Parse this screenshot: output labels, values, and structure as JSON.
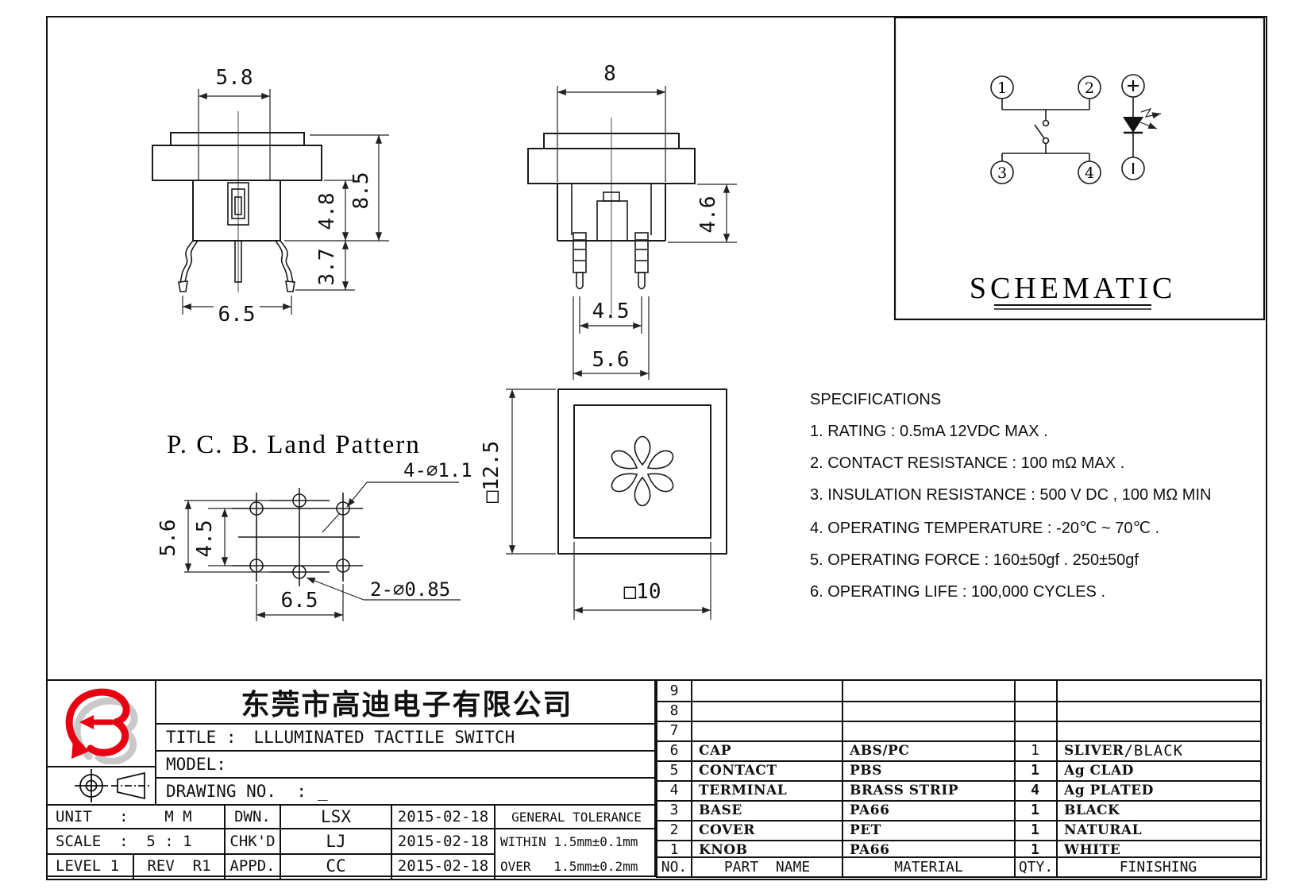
{
  "drawing": {
    "side_view": {
      "dim_width": "5.8",
      "dim_height": "8.5",
      "dim_upper": "4.8",
      "dim_lower": "3.7",
      "dim_base": "6.5"
    },
    "front_view": {
      "dim_width": "8",
      "dim_height": "4.6",
      "dim_pin_pitch": "4.5",
      "dim_pin_span": "5.6"
    },
    "top_view": {
      "dim_outer": "□12.5",
      "dim_inner": "□10"
    },
    "pcb_pattern": {
      "title": "P. C. B. Land Pattern",
      "dim_holes_corner": "4-∅1.1",
      "dim_v_span": "5.6",
      "dim_v_pitch": "4.5",
      "dim_h_pitch": "6.5",
      "dim_holes_center": "2-∅0.85"
    },
    "schematic": {
      "title": "SCHEMATIC",
      "pin1": "1",
      "pin2": "2",
      "pin3": "3",
      "pin4": "4"
    }
  },
  "specifications": {
    "title": "SPECIFICATIONS",
    "items": [
      "1. RATING : 0.5mA 12VDC MAX .",
      "2. CONTACT RESISTANCE : 100 mΩ MAX .",
      "3. INSULATION RESISTANCE : 500 V DC , 100 MΩ MIN",
      "4. OPERATING TEMPERATURE : -20℃ ~ 70℃ .",
      "5. OPERATING FORCE : 160±50gf . 250±50gf",
      "6. OPERATING LIFE : 100,000 CYCLES ."
    ]
  },
  "title_block": {
    "company": "东莞市高迪电子有限公司",
    "title_label": "TITLE :",
    "title_value": "LLLUMINATED TACTILE SWITCH",
    "model_label": "MODEL:",
    "drawing_no_label": "DRAWING NO.  :",
    "drawing_no_value": "_",
    "unit": "UNIT   :    M M",
    "scale": "SCALE  :  5 : 1",
    "level": "LEVEL 1",
    "rev": "REV  R1",
    "dwn_label": "DWN.",
    "dwn_name": "LSX",
    "dwn_date": "2015-02-18",
    "chk_label": "CHK'D",
    "chk_name": "LJ",
    "chk_date": "2015-02-18",
    "appd_label": "APPD.",
    "appd_name": "CC",
    "appd_date": "2015-02-18",
    "tolerance_title": "GENERAL TOLERANCE",
    "tolerance_within": "WITHIN 1.5mm±0.1mm",
    "tolerance_over": "OVER   1.5mm±0.2mm"
  },
  "parts_table": {
    "headers": {
      "no": "NO.",
      "part_name": "PART  NAME",
      "material": "MATERIAL",
      "qty": "QTY.",
      "finishing": "FINISHING"
    },
    "rows": [
      {
        "no": "9",
        "part": "",
        "material": "",
        "qty": "",
        "finishing": "",
        "finishing2": ""
      },
      {
        "no": "8",
        "part": "",
        "material": "",
        "qty": "",
        "finishing": "",
        "finishing2": ""
      },
      {
        "no": "7",
        "part": "",
        "material": "",
        "qty": "",
        "finishing": "",
        "finishing2": ""
      },
      {
        "no": "6",
        "part": "CAP",
        "material": "ABS/PC",
        "qty": "1",
        "finishing": "SLIVER",
        "finishing2": " /BLACK"
      },
      {
        "no": "5",
        "part": "CONTACT",
        "material": "PBS",
        "qty": "1",
        "finishing": "Ag CLAD",
        "finishing2": ""
      },
      {
        "no": "4",
        "part": "TERMINAL",
        "material": "BRASS STRIP",
        "qty": "4",
        "finishing": "Ag PLATED",
        "finishing2": ""
      },
      {
        "no": "3",
        "part": "BASE",
        "material": "PA66",
        "qty": "1",
        "finishing": "BLACK",
        "finishing2": ""
      },
      {
        "no": "2",
        "part": "COVER",
        "material": "PET",
        "qty": "1",
        "finishing": "NATURAL",
        "finishing2": ""
      },
      {
        "no": "1",
        "part": "KNOB",
        "material": "PA66",
        "qty": "1",
        "finishing": "WHITE",
        "finishing2": ""
      }
    ]
  },
  "colors": {
    "line": "#1a1a1a",
    "logo_red": "#e60012",
    "paper": "#ffffff"
  }
}
